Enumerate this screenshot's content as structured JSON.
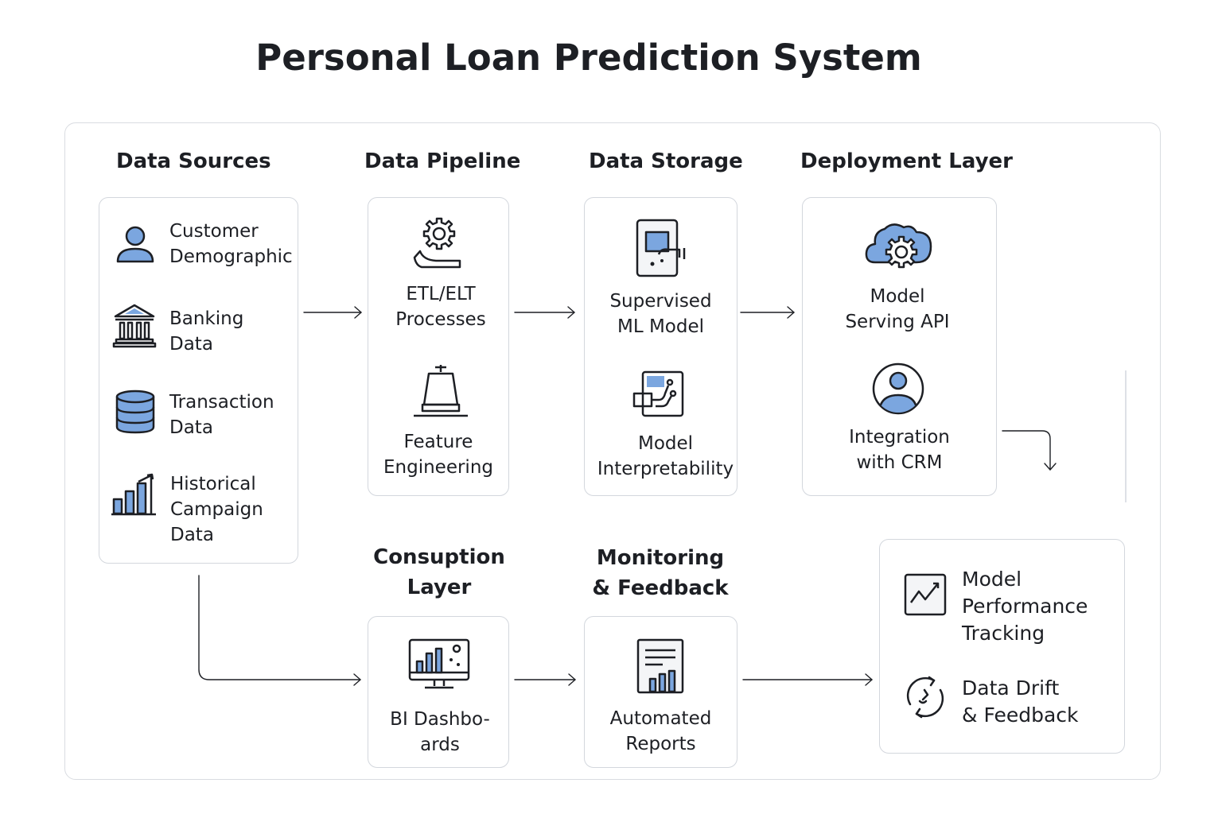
{
  "title": "Personal Loan Prediction System",
  "colors": {
    "accent": "#7ba6df",
    "stroke": "#1d1f24",
    "border": "#d3d7dd"
  },
  "sections": {
    "data_sources": {
      "heading": "Data Sources",
      "items": [
        {
          "icon": "user-icon",
          "line1": "Customer",
          "line2": "Demographic"
        },
        {
          "icon": "bank-icon",
          "line1": "Banking",
          "line2": "Data"
        },
        {
          "icon": "database-icon",
          "line1": "Transaction",
          "line2": "Data"
        },
        {
          "icon": "bar-chart-icon",
          "line1": "Historical",
          "line2": "Campaign",
          "line3": "Data"
        }
      ]
    },
    "data_pipeline": {
      "heading": "Data Pipeline",
      "items": [
        {
          "icon": "gear-hand-icon",
          "line1": "ETL/ELT",
          "line2": "Processes"
        },
        {
          "icon": "funnel-icon",
          "line1": "Feature",
          "line2": "Engineering"
        }
      ]
    },
    "data_storage": {
      "heading": "Data Storage",
      "items": [
        {
          "icon": "device-icon",
          "line1": "Supervised",
          "line2": "ML Model"
        },
        {
          "icon": "flow-chart-icon",
          "line1": "Model",
          "line2": "Interpretability"
        }
      ]
    },
    "deployment_layer": {
      "heading": "Deployment Layer",
      "items": [
        {
          "icon": "cloud-gear-icon",
          "line1": "Model",
          "line2": "Serving API"
        },
        {
          "icon": "user-circle-icon",
          "line1": "Integration",
          "line2": "with CRM"
        }
      ]
    },
    "consumption_layer": {
      "heading_line1": "Consuption",
      "heading_line2": "Layer",
      "items": [
        {
          "icon": "dashboard-monitor-icon",
          "line1": "BI Dashbo-",
          "line2": "ards"
        }
      ]
    },
    "monitoring_feedback": {
      "heading_line1": "Monitoring",
      "heading_line2": "& Feedback",
      "items": [
        {
          "icon": "report-icon",
          "line1": "Automated",
          "line2": "Reports"
        }
      ]
    },
    "tracking": {
      "items": [
        {
          "icon": "trend-chart-icon",
          "line1": "Model",
          "line2": "Performance",
          "line3": "Tracking"
        },
        {
          "icon": "refresh-cycle-icon",
          "line1": "Data Drift",
          "line2": "& Feedback"
        }
      ]
    }
  }
}
